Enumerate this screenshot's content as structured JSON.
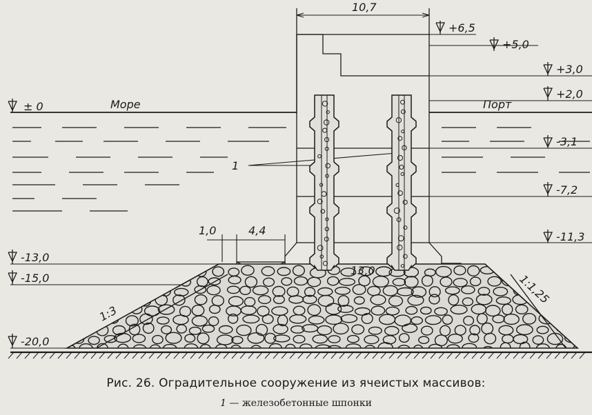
{
  "figure": {
    "caption": "Рис. 26. Оградительное сооружение из ячеистых массивов:",
    "legend_number": "1",
    "legend_text": " — железобетонные шпонки"
  },
  "labels": {
    "sea": "Море",
    "port": "Порт",
    "key_callout": "1",
    "slope_left": "1:3",
    "slope_right": "1:1,25",
    "dim_top_width": "10,7",
    "dim_base_width": "13,0",
    "dim_berm_a": "1,0",
    "dim_berm_b": "4,4"
  },
  "elevations": [
    {
      "id": "plus-6-5",
      "text": "+6,5"
    },
    {
      "id": "plus-5-0",
      "text": "+5,0"
    },
    {
      "id": "plus-3-0",
      "text": "+3,0"
    },
    {
      "id": "plus-2-0",
      "text": "+2,0"
    },
    {
      "id": "minus-3-1",
      "text": "-3,1"
    },
    {
      "id": "minus-7-2",
      "text": "-7,2"
    },
    {
      "id": "minus-11-3",
      "text": "-11,3"
    },
    {
      "id": "zero",
      "text": "± 0"
    },
    {
      "id": "minus-13-0",
      "text": "-13,0"
    },
    {
      "id": "minus-15-0",
      "text": "-15,0"
    },
    {
      "id": "minus-20-0",
      "text": "-20,0"
    }
  ],
  "colors": {
    "ink": "#1a1a1a",
    "paper": "#e9e8e3"
  }
}
